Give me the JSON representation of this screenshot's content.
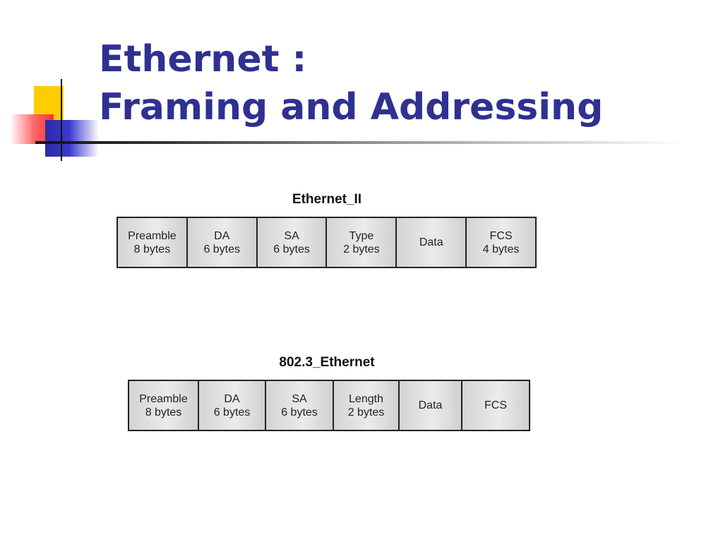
{
  "slide": {
    "title_line1": "Ethernet :",
    "title_line2": "Framing and Addressing"
  },
  "colors": {
    "title": "#2e3192",
    "accent_yellow": "#ffcc00",
    "accent_red": "#ff3333",
    "accent_blue": "#2a2aa8"
  },
  "frames": [
    {
      "label": "Ethernet_II",
      "fields": [
        {
          "name": "Preamble",
          "size": "8 bytes"
        },
        {
          "name": "DA",
          "size": "6 bytes"
        },
        {
          "name": "SA",
          "size": "6 bytes"
        },
        {
          "name": "Type",
          "size": "2 bytes"
        },
        {
          "name": "Data",
          "size": ""
        },
        {
          "name": "FCS",
          "size": "4 bytes"
        }
      ]
    },
    {
      "label": "802.3_Ethernet",
      "fields": [
        {
          "name": "Preamble",
          "size": "8 bytes"
        },
        {
          "name": "DA",
          "size": "6 bytes"
        },
        {
          "name": "SA",
          "size": "6 bytes"
        },
        {
          "name": "Length",
          "size": "2 bytes"
        },
        {
          "name": "Data",
          "size": ""
        },
        {
          "name": "FCS",
          "size": ""
        }
      ]
    }
  ]
}
